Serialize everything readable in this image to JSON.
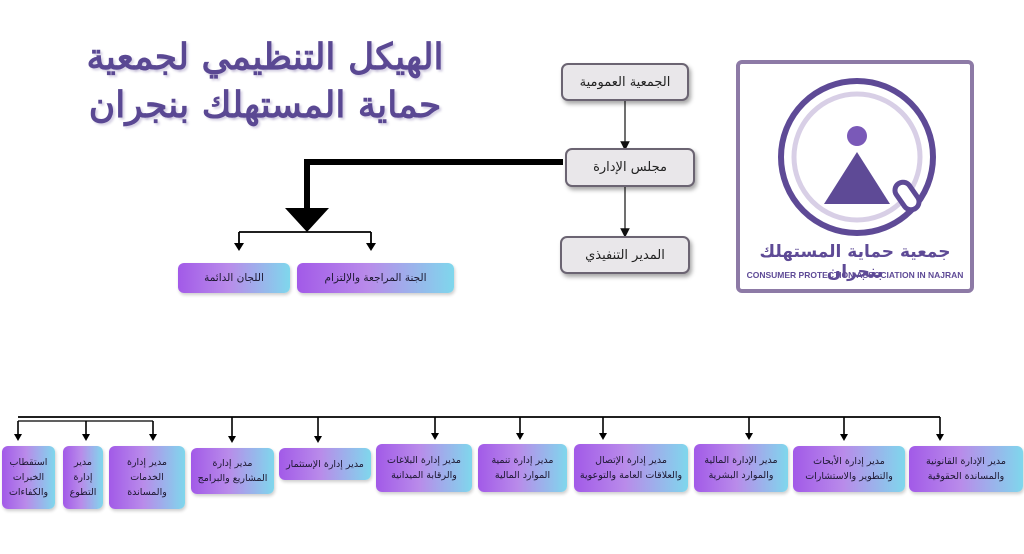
{
  "title": {
    "line1": "الهيكل التنظيمي لجمعية",
    "line2": "حماية المستهلك بنجران"
  },
  "top_chain": {
    "general_assembly": "الجمعية العمومية",
    "board": "مجلس الإدارة",
    "executive_director": "المدير التنفيذي"
  },
  "committees": {
    "review_compliance": "الجنة المراجعة والإلتزام",
    "permanent": "اللجان الدائمة"
  },
  "departments": [
    "مدير الإدارة القانونية والمساندة الحقوقية",
    "مدير إدارة الأبحاث والتطوير والاستشارات",
    "مدير الإدارة المالية والموارد البشرية",
    "مدير إدارة الإتصال والعلاقات العامة والتوعوية",
    "مدير إدارة تنمية الموارد المالية",
    "مدير إدارة البلاغات والرقابة الميدانية",
    "مدير إدارة الإستثمار",
    "مدير إدارة المشاريع والبرامج",
    "مدير إدارة الخدمات والمساندة",
    "مدير إدارة التطوع",
    "استقطاب الخبرات والكفاءات"
  ],
  "logo": {
    "name_ar": "جمعية حماية المستهلك بنجران",
    "name_en": "CONSUMER PROTECTION ASSOCIATION IN NAJRAN"
  },
  "colors": {
    "title": "#5a4893",
    "logo_purple": "#5e4a96",
    "gradient_start": "#a25ae8",
    "gradient_end": "#7fd7ec"
  }
}
